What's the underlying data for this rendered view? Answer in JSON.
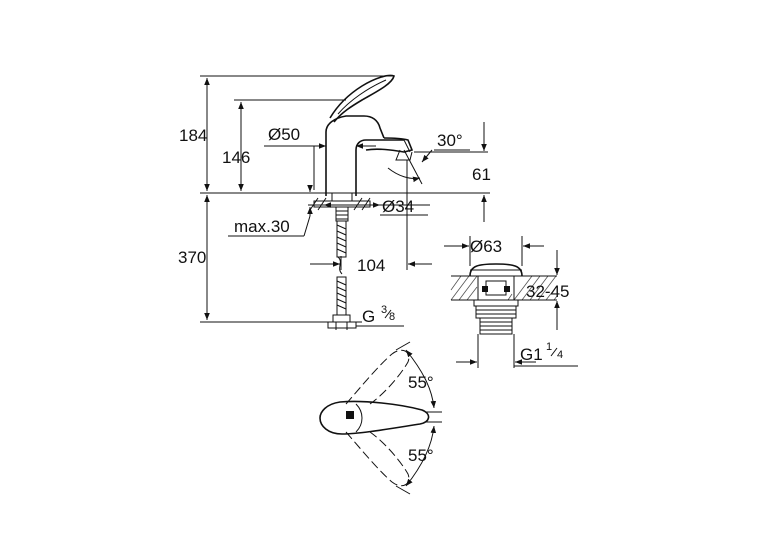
{
  "dimensions": {
    "total_height": "184",
    "spout_height": "146",
    "hose_length": "370",
    "pipe_diameter": "Ø50",
    "angle_spout": "30°",
    "spout_depth": "61",
    "hole_diameter": "Ø34",
    "max_thickness": "max.30",
    "projection": "104",
    "inlet_thread_main": "G",
    "inlet_thread_num": "3",
    "inlet_thread_den": "8",
    "waste_diameter": "Ø63",
    "waste_range": "32-45",
    "waste_thread_main": "G1",
    "waste_thread_num": "1",
    "waste_thread_den": "4",
    "lever_angle_top": "55°",
    "lever_angle_bottom": "55°"
  },
  "colors": {
    "line": "#111111",
    "background": "#ffffff"
  }
}
